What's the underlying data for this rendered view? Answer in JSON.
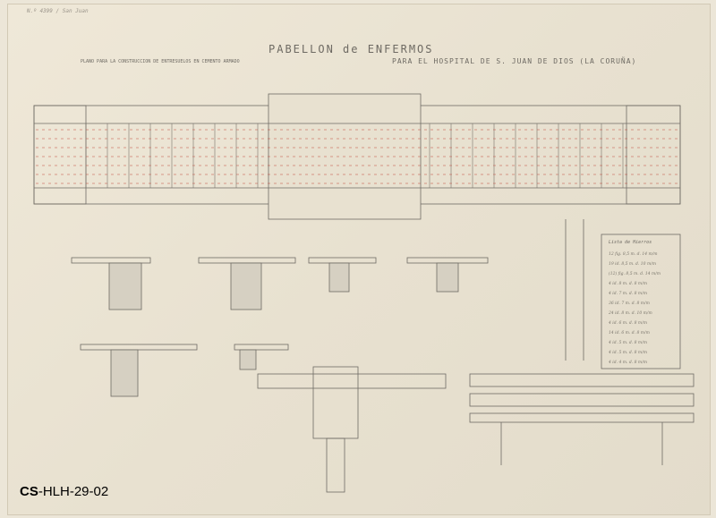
{
  "header": {
    "note": "N.º 4399 / San Juan",
    "title": "PABELLON de ENFERMOS",
    "subtitle_left": "PLANO PARA LA CONSTRUCCION DE ENTRESUELOS EN CEMENTO ARMADO",
    "subtitle_right": "PARA EL HOSPITAL DE S. JUAN DE DIOS (LA CORUÑA)"
  },
  "legend": {
    "title": "Lista de Hierros",
    "items": [
      "12 fig. 8,5 m. d. 14 m/m",
      "19 id. 8,5 m. d. 10 m/m",
      "(12) fig. 8,5 m. d. 14 m/m",
      "4 id. 8 m. d. 8 m/m",
      "4 id. 7 m. d. 8 m/m",
      "36 id. 7 m. d. 8 m/m",
      "24 id. 8 m. d. 10 m/m",
      "4 id. 6 m. d. 8 m/m",
      "14 id. 6 m. d. 8 m/m",
      "4 id. 5 m. d. 8 m/m",
      "4 id. 5 m. d. 8 m/m",
      "4 id. 4 m. d. 8 m/m"
    ]
  },
  "catalog_code": {
    "prefix": "CS",
    "rest": "-HLH-29-02"
  },
  "colors": {
    "paper": "#e8e1d0",
    "ink": "#6e6a63",
    "red": "#c0483a"
  }
}
